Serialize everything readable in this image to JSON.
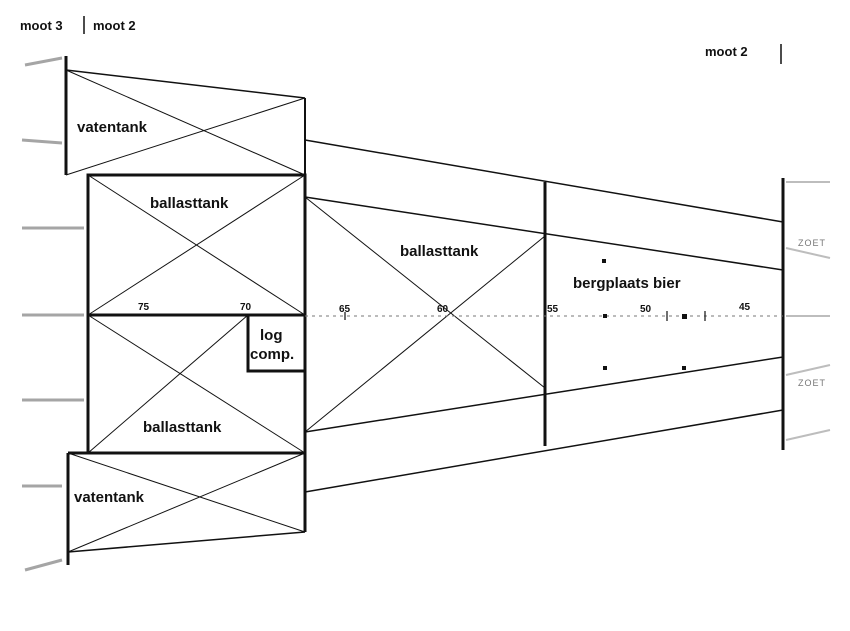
{
  "header": {
    "left_label_a": "moot 3",
    "left_label_b": "moot 2",
    "right_label": "moot 2"
  },
  "compartments": {
    "vatentank_top": "vatentank",
    "ballasttank_upper": "ballasttank",
    "ballasttank_mid": "ballasttank",
    "ballasttank_lower": "ballasttank",
    "vatentank_bottom": "vatentank",
    "log_comp_line1": "log",
    "log_comp_line2": "comp.",
    "bergplaats": "bergplaats bier"
  },
  "frame_numbers": [
    "75",
    "70",
    "65",
    "60",
    "55",
    "50",
    "45"
  ],
  "edge_stamps": [
    "ZOET",
    "ZOET"
  ],
  "colors": {
    "line": "#111111",
    "faint": "#9a9a9a",
    "background": "#ffffff"
  }
}
